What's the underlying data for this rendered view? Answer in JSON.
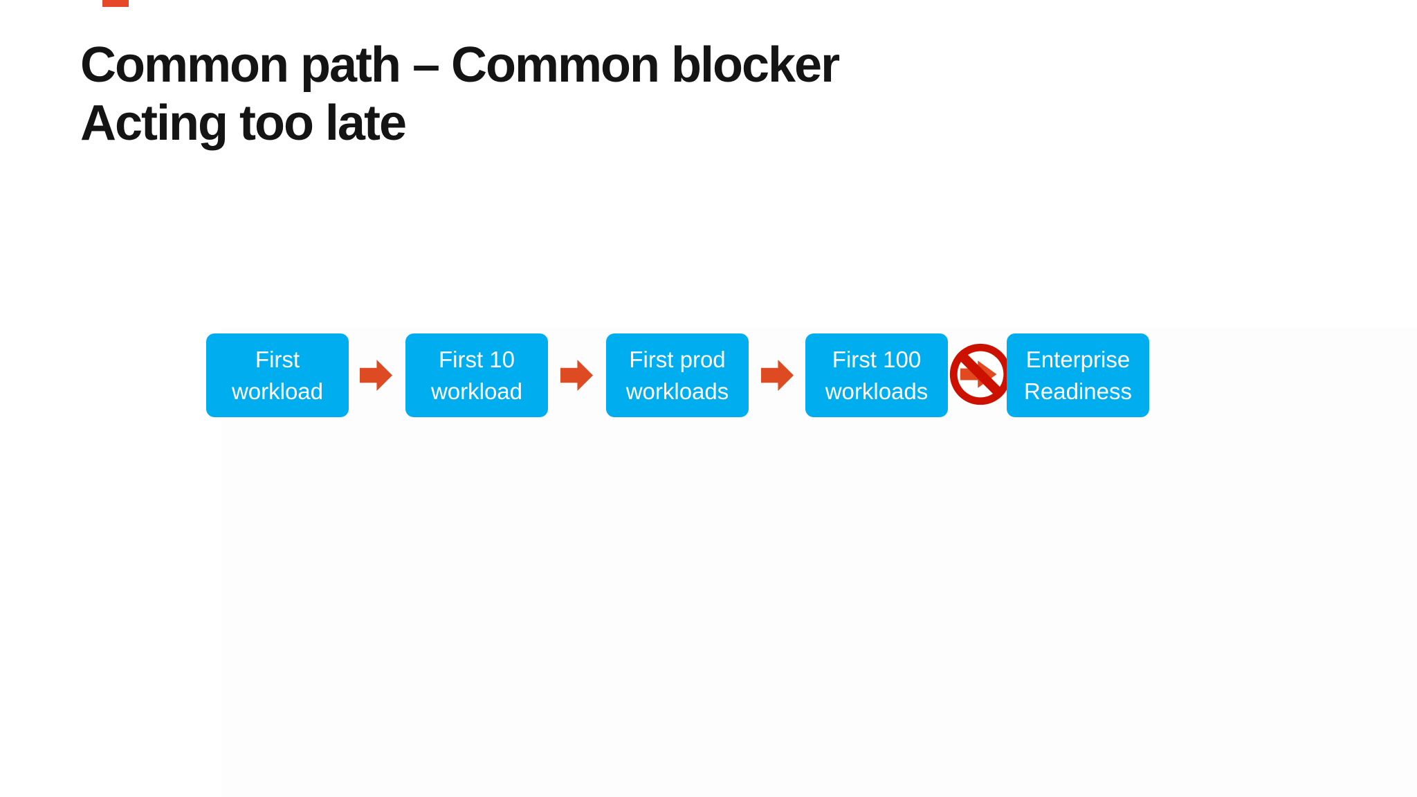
{
  "slide": {
    "title": "Common path – Common blocker\nActing too late",
    "accent_bar_color": "#E5492A"
  },
  "flow": {
    "box_color": "#00AEEF",
    "box_text_color": "#FFFFFF",
    "arrow_color": "#DE4A22",
    "boxes": [
      {
        "label": "First\nworkload"
      },
      {
        "label": "First 10\nworkload"
      },
      {
        "label": "First prod\nworkloads"
      },
      {
        "label": "First 100\nworkloads"
      },
      {
        "label": "Enterprise\nReadiness"
      }
    ],
    "blocked_icon": {
      "name": "no-entry-icon",
      "ring_color": "#CC1100",
      "inner_color": "#FFFFFF",
      "arrow_color": "#E3491F"
    }
  }
}
